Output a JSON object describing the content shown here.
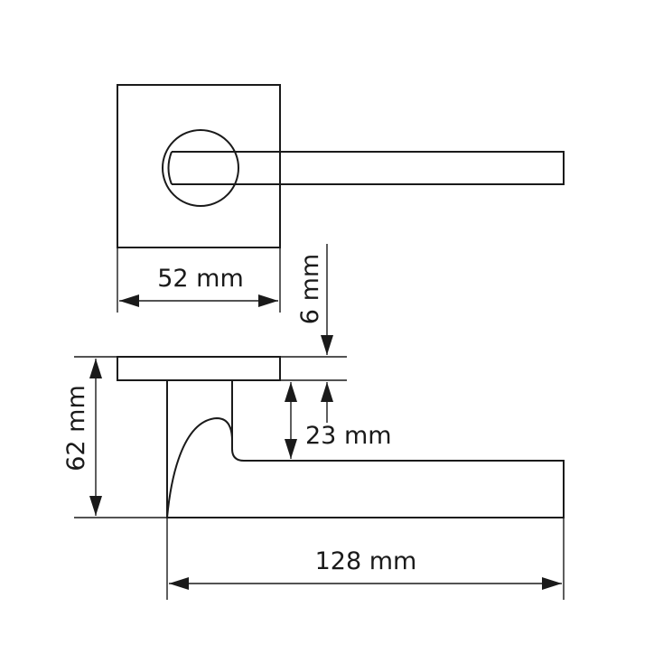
{
  "dimensions": {
    "rose_width": "52 mm",
    "rose_thickness": "6 mm",
    "handle_height": "62 mm",
    "lever_offset": "23 mm",
    "lever_length": "128 mm"
  },
  "colors": {
    "line": "#1a1a1a",
    "background": "#ffffff"
  }
}
